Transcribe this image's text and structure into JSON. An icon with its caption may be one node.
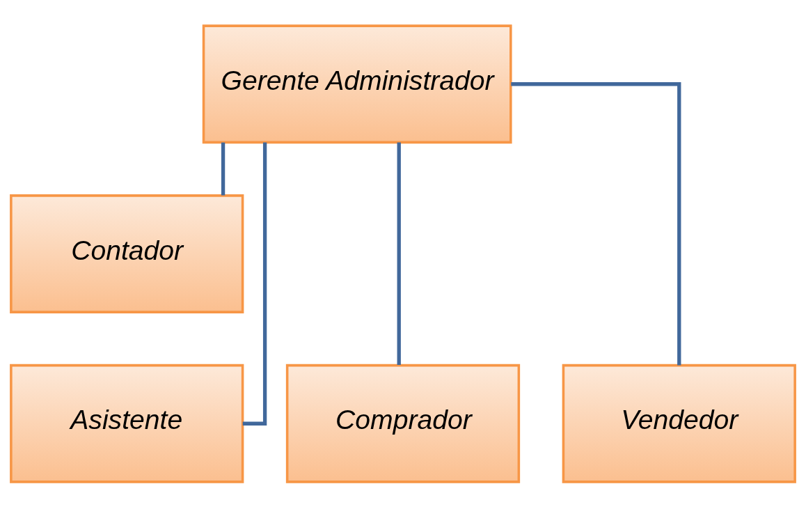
{
  "diagram": {
    "nodes": [
      {
        "text": [
          "Gerente Administrador"
        ]
      },
      {
        "text": [
          "Contador"
        ]
      },
      {
        "text": [
          "Comprador"
        ]
      },
      {
        "text": [
          "Asistente"
        ]
      },
      {
        "text": [
          "Vendedor"
        ]
      }
    ],
    "edges": [
      {
        "from": 0,
        "to": 1,
        "arrow": "none"
      },
      {
        "from": 0,
        "to": 2,
        "arrow": "none"
      },
      {
        "from": 0,
        "to": 3,
        "arrow": "none"
      },
      {
        "from": 0,
        "to": 4,
        "arrow": "none"
      }
    ]
  }
}
